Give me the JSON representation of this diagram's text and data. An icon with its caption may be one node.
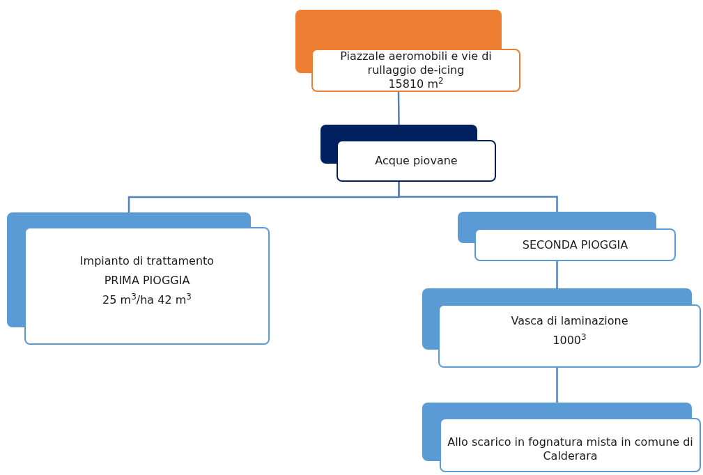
{
  "diagram": {
    "nodes": [
      {
        "text": [
          "Piazzale aeromobili e vie di rullaggio de-icing",
          "15810 m$^{2}$"
        ]
      },
      {
        "text": [
          "Acque piovane"
        ]
      },
      {
        "text": [
          "Impianto di trattamento",
          "PRIMA PIOGGIA",
          "25 m$^{3}$/ha 42 m$^{3}$"
        ]
      },
      {
        "text": [
          "SECONDA PIOGGIA"
        ]
      },
      {
        "text": [
          "Vasca di laminazione",
          "1000$^{3}$"
        ]
      },
      {
        "text": [
          "Allo scarico in fognatura mista in comune di Calderara"
        ]
      }
    ],
    "edges": [
      {
        "from": 0,
        "to": 1,
        "arrow": "none"
      },
      {
        "from": 1,
        "to": 2,
        "arrow": "none"
      },
      {
        "from": 1,
        "to": 3,
        "arrow": "none"
      },
      {
        "from": 3,
        "to": 4,
        "arrow": "none"
      },
      {
        "from": 4,
        "to": 5,
        "arrow": "none"
      }
    ]
  }
}
